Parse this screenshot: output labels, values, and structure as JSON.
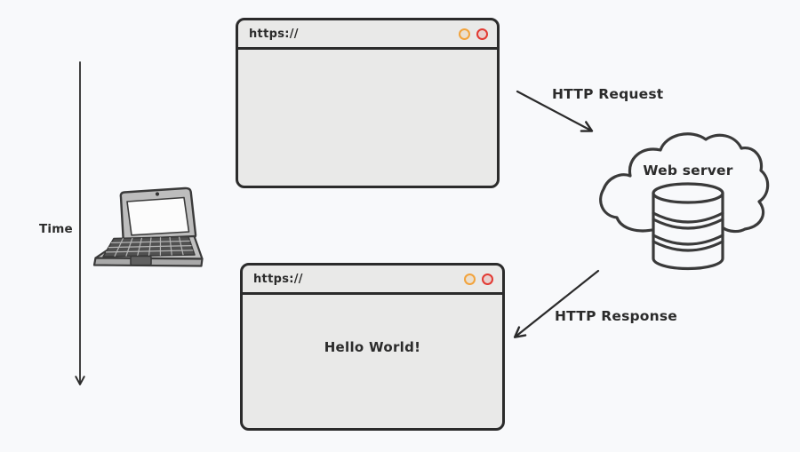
{
  "meta": {
    "background_color": "#f8f9fb",
    "ink_color": "#2b2b2b",
    "window_fill_color": "#e9e9e8"
  },
  "timeline": {
    "label": "Time",
    "icon": "down-arrow"
  },
  "client": {
    "icon": "laptop"
  },
  "top_browser": {
    "url": "https://"
  },
  "bottom_browser": {
    "url": "https://",
    "body_text": "Hello World!"
  },
  "request_arrow": {
    "label": "HTTP Request",
    "direction": "down-right"
  },
  "response_arrow": {
    "label": "HTTP Response",
    "direction": "down-left"
  },
  "web_server": {
    "label": "Web server",
    "icons": [
      "cloud",
      "database"
    ]
  },
  "window_controls": {
    "minimize_color": "#f2a33c",
    "close_color": "#e23a33"
  }
}
